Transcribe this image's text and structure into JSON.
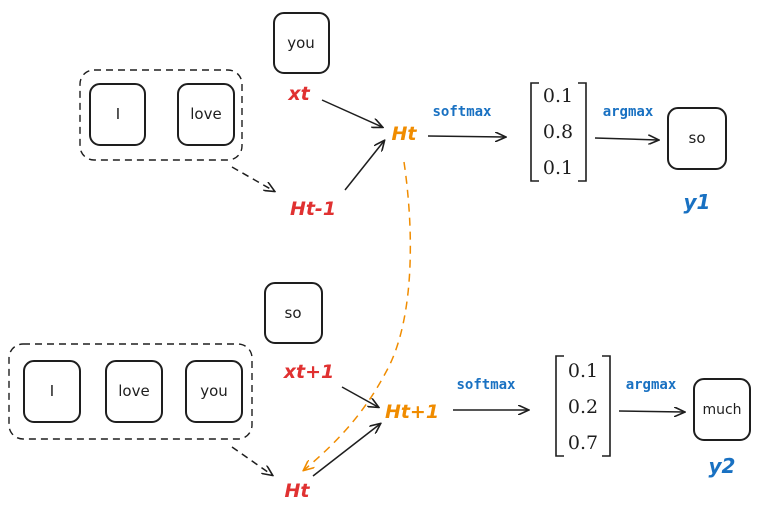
{
  "top": {
    "context_words": [
      "I",
      "love"
    ],
    "input_word": "you",
    "input_label": "xt",
    "prev_state_label": "Ht-1",
    "state_label": "Ht",
    "softmax_label": "softmax",
    "probabilities": [
      "0.1",
      "0.8",
      "0.1"
    ],
    "argmax_label": "argmax",
    "output_word": "so",
    "output_label": "y1"
  },
  "bottom": {
    "context_words": [
      "I",
      "love",
      "you"
    ],
    "input_word": "so",
    "input_label": "xt+1",
    "prev_state_label": "Ht",
    "state_label": "Ht+1",
    "softmax_label": "softmax",
    "probabilities": [
      "0.1",
      "0.2",
      "0.7"
    ],
    "argmax_label": "argmax",
    "output_word": "much",
    "output_label": "y2"
  },
  "colors": {
    "ink": "#1e1e1e",
    "red": "#e03131",
    "orange": "#f08c00",
    "blue": "#1971c2"
  }
}
